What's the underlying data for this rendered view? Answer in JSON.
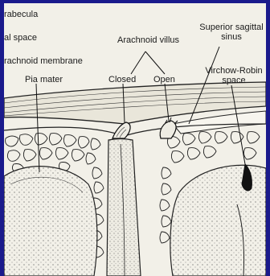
{
  "colors": {
    "border": "#1a1a8c",
    "paper": "#f2f0e8",
    "ink": "#1b1b1b"
  },
  "labels": {
    "trabecula": "rabecula",
    "subarachnoid_space": "al space",
    "arachnoid_membrane": "rachnoid membrane",
    "pia_mater": "Pia mater",
    "arachnoid_villus": "Arachnoid villus",
    "closed": "Closed",
    "open": "Open",
    "sinus_line1": "Superior sagittal",
    "sinus_line2": "sinus",
    "vr_line1": "Virchow-Robin",
    "vr_line2": "space"
  }
}
